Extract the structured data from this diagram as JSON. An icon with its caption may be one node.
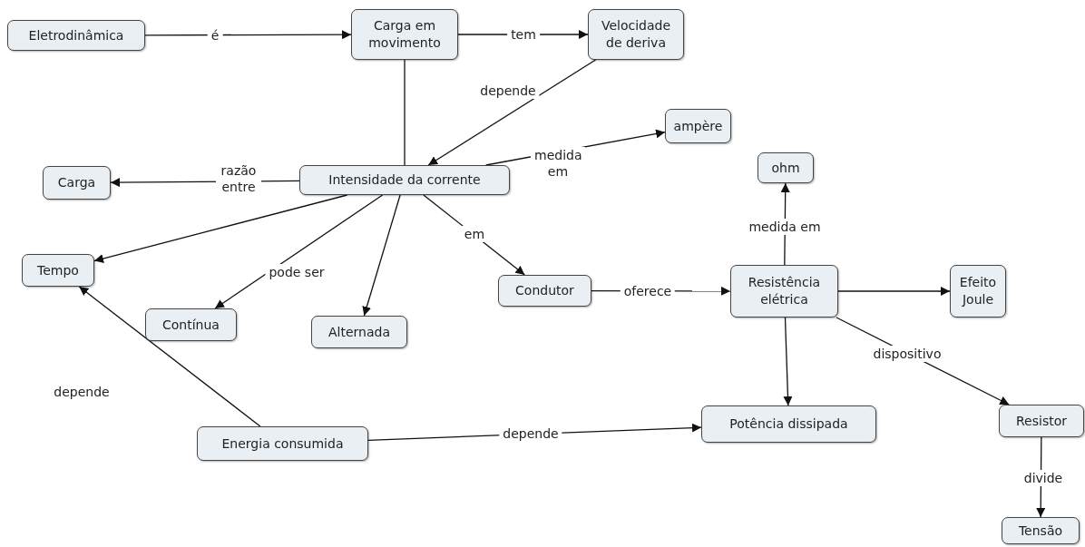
{
  "diagram": {
    "nodes": [
      {
        "text": [
          "Eletrodinâmica"
        ]
      },
      {
        "text": [
          "Carga em movimento"
        ]
      },
      {
        "text": [
          "Velocidade de deriva"
        ]
      },
      {
        "text": [
          "ampère"
        ]
      },
      {
        "text": [
          "Carga"
        ]
      },
      {
        "text": [
          "Intensidade da corrente"
        ]
      },
      {
        "text": [
          "ohm"
        ]
      },
      {
        "text": [
          "Tempo"
        ]
      },
      {
        "text": [
          "Condutor"
        ]
      },
      {
        "text": [
          "Resistência elétrica"
        ]
      },
      {
        "text": [
          "Efeito Joule"
        ]
      },
      {
        "text": [
          "Contínua"
        ]
      },
      {
        "text": [
          "Alternada"
        ]
      },
      {
        "text": [
          "Potência dissipada"
        ]
      },
      {
        "text": [
          "Energia consumida"
        ]
      },
      {
        "text": [
          "Resistor"
        ]
      },
      {
        "text": [
          "Tensão"
        ]
      }
    ],
    "edges": [
      {
        "from": 0,
        "to": 1,
        "arrow": "to",
        "label": "é"
      },
      {
        "from": 1,
        "to": 2,
        "arrow": "to",
        "label": "tem"
      },
      {
        "from": 2,
        "to": 5,
        "arrow": "to",
        "label": "depende"
      },
      {
        "from": 1,
        "to": 5,
        "arrow": "none"
      },
      {
        "from": 5,
        "to": 3,
        "arrow": "to",
        "label": "medida em"
      },
      {
        "from": 5,
        "to": 4,
        "arrow": "to",
        "label": "razão entre"
      },
      {
        "from": 5,
        "to": 7,
        "arrow": "to"
      },
      {
        "from": 5,
        "to": 11,
        "arrow": "to",
        "label": "pode ser"
      },
      {
        "from": 5,
        "to": 12,
        "arrow": "to"
      },
      {
        "from": 5,
        "to": 8,
        "arrow": "to",
        "label": "em"
      },
      {
        "from": 8,
        "to": 9,
        "arrow": "to",
        "label": "oferece"
      },
      {
        "from": 9,
        "to": 6,
        "arrow": "to",
        "label": "medida em"
      },
      {
        "from": 9,
        "to": 10,
        "arrow": "to"
      },
      {
        "from": 9,
        "to": 13,
        "arrow": "to"
      },
      {
        "from": 9,
        "to": 15,
        "arrow": "to",
        "label": "dispositivo"
      },
      {
        "from": 15,
        "to": 16,
        "arrow": "to",
        "label": "divide"
      },
      {
        "from": 14,
        "to": 7,
        "arrow": "to",
        "label": "depende"
      },
      {
        "from": 14,
        "to": 13,
        "arrow": "to",
        "label": "depende"
      }
    ]
  }
}
